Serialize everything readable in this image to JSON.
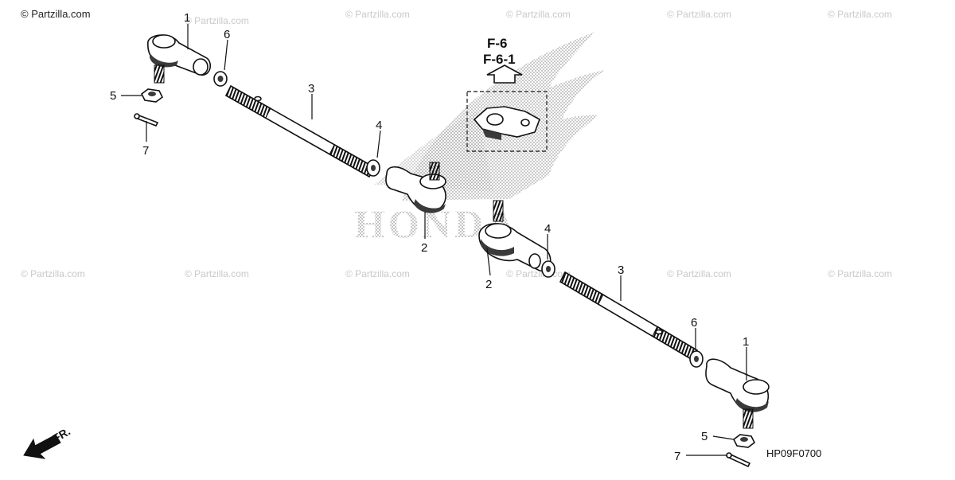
{
  "watermark": {
    "text": "© Partzilla.com",
    "primary_text": "© Partzilla.com"
  },
  "brand": {
    "logo_text": "HONDA"
  },
  "reference": {
    "line1": "F-6",
    "line2": "F-6-1"
  },
  "direction": {
    "label": "FR."
  },
  "diagram_code": "HP09F0700",
  "callouts": {
    "tie_rod_end_outer": "1",
    "tie_rod_end_inner": "2",
    "tie_rod": "3",
    "lock_nut": "4",
    "castle_nut": "5",
    "lock_nut_outer": "6",
    "cotter_pin": "7"
  },
  "colors": {
    "line": "#111111",
    "watermark": "#c9c9c9",
    "logo_dots": "#9a9a9a"
  }
}
